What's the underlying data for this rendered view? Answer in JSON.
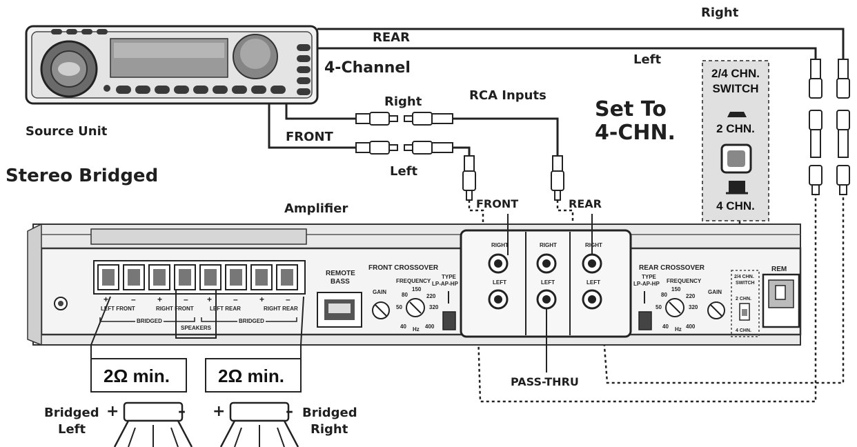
{
  "labels": {
    "right_top": "Right",
    "rear": "REAR",
    "left_top": "Left",
    "four_channel": "4-Channel",
    "rca_inputs": "RCA Inputs",
    "rca_right": "Right",
    "rca_left": "Left",
    "front": "FRONT",
    "source_unit": "Source Unit",
    "stereo_bridged": "Stereo Bridged",
    "set_to_line1": "Set To",
    "set_to_line2": "4-CHN.",
    "amplifier": "Amplifier",
    "amp_front": "FRONT",
    "amp_rear": "REAR",
    "pass_thru": "PASS-THRU",
    "bridged_left_line1": "Bridged",
    "bridged_left_line2": "Left",
    "bridged_right_line1": "Bridged",
    "bridged_right_line2": "Right",
    "plus": "+",
    "minus": "–"
  },
  "switch_box": {
    "title_line1": "2/4 CHN.",
    "title_line2": "SWITCH",
    "option_2": "2 CHN.",
    "option_4": "4 CHN."
  },
  "amp_panel": {
    "remote_bass_line1": "REMOTE",
    "remote_bass_line2": "BASS",
    "front_crossover": "FRONT CROSSOVER",
    "rear_crossover": "REAR CROSSOVER",
    "frequency": "FREQUENCY",
    "gain": "GAIN",
    "type": "TYPE",
    "type_opts": "LP-AP-HP",
    "hz": "Hz",
    "freq_ticks": [
      "80",
      "150",
      "220",
      "50",
      "320",
      "40",
      "400"
    ],
    "jack_right": "RIGHT",
    "jack_left": "LEFT",
    "left_front": "LEFT FRONT",
    "right_front": "RIGHT FRONT",
    "left_rear": "LEFT REAR",
    "right_rear": "RIGHT REAR",
    "bridged": "BRIDGED",
    "speakers": "SPEAKERS",
    "rem": "REM",
    "mini_switch_l1": "2/4 CHN.",
    "mini_switch_l2": "SWITCH",
    "mini_2chn": "2 CHN.",
    "mini_4chn": "4 CHN."
  },
  "speakers": {
    "left_impedance": "2Ω min.",
    "right_impedance": "2Ω min."
  }
}
